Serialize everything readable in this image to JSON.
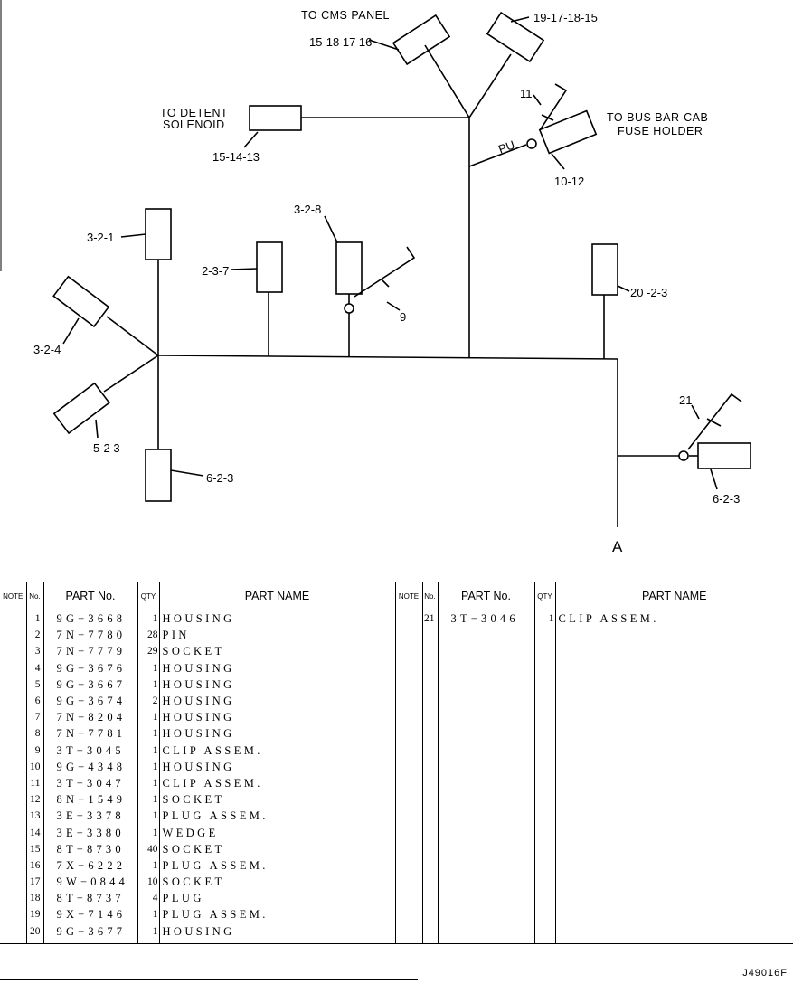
{
  "diagram": {
    "labels": {
      "cms_panel": "TO CMS PANEL",
      "cms_left_callout": "15-18 17 16",
      "cms_right_callout": "19-17-18-15",
      "detent_1": "TO DETENT",
      "detent_2": "SOLENOID",
      "detent_callout": "15-14-13",
      "bus_1": "TO BUS BAR-CAB",
      "bus_2": "FUSE HOLDER",
      "bus_callout": "10-12",
      "clip_11": "11",
      "pu": "PU",
      "c_3_2_1": "3-2-1",
      "c_3_2_8": "3-2-8",
      "c_2_3_7": "2-3-7",
      "c_9": "9",
      "c_3_2_4": "3-2-4",
      "c_5_2_3": "5-2 3",
      "c_6_2_3_left": "6-2-3",
      "c_20_2_3": "20 -2-3",
      "c_21": "21",
      "c_6_2_3_right": "6-2-3",
      "point_a": "A"
    }
  },
  "table": {
    "headers": {
      "note": "NOTE",
      "no": "No.",
      "part_no": "PART No.",
      "qty": "QTY",
      "part_name": "PART NAME"
    },
    "left_rows": [
      {
        "no": "1",
        "part_no": "9G−3668",
        "qty": "1",
        "name": "HOUSING"
      },
      {
        "no": "2",
        "part_no": "7N−7780",
        "qty": "28",
        "name": "PIN"
      },
      {
        "no": "3",
        "part_no": "7N−7779",
        "qty": "29",
        "name": "SOCKET"
      },
      {
        "no": "4",
        "part_no": "9G−3676",
        "qty": "1",
        "name": "HOUSING"
      },
      {
        "no": "5",
        "part_no": "9G−3667",
        "qty": "1",
        "name": "HOUSING"
      },
      {
        "no": "6",
        "part_no": "9G−3674",
        "qty": "2",
        "name": "HOUSING"
      },
      {
        "no": "7",
        "part_no": "7N−8204",
        "qty": "1",
        "name": "HOUSING"
      },
      {
        "no": "8",
        "part_no": "7N−7781",
        "qty": "1",
        "name": "HOUSING"
      },
      {
        "no": "9",
        "part_no": "3T−3045",
        "qty": "1",
        "name": "CLIP ASSEM."
      },
      {
        "no": "10",
        "part_no": "9G−4348",
        "qty": "1",
        "name": "HOUSING"
      },
      {
        "no": "11",
        "part_no": "3T−3047",
        "qty": "1",
        "name": "CLIP ASSEM."
      },
      {
        "no": "12",
        "part_no": "8N−1549",
        "qty": "1",
        "name": "SOCKET"
      },
      {
        "no": "13",
        "part_no": "3E−3378",
        "qty": "1",
        "name": "PLUG ASSEM."
      },
      {
        "no": "14",
        "part_no": "3E−3380",
        "qty": "1",
        "name": "WEDGE"
      },
      {
        "no": "15",
        "part_no": "8T−8730",
        "qty": "40",
        "name": "SOCKET"
      },
      {
        "no": "16",
        "part_no": "7X−6222",
        "qty": "1",
        "name": "PLUG ASSEM."
      },
      {
        "no": "17",
        "part_no": "9W−0844",
        "qty": "10",
        "name": "SOCKET"
      },
      {
        "no": "18",
        "part_no": "8T−8737",
        "qty": "4",
        "name": "PLUG"
      },
      {
        "no": "19",
        "part_no": "9X−7146",
        "qty": "1",
        "name": "PLUG ASSEM."
      },
      {
        "no": "20",
        "part_no": "9G−3677",
        "qty": "1",
        "name": "HOUSING"
      }
    ],
    "right_rows": [
      {
        "no": "21",
        "part_no": "3T−3046",
        "qty": "1",
        "name": "CLIP ASSEM."
      }
    ]
  },
  "footer": {
    "code": "J49016F"
  }
}
